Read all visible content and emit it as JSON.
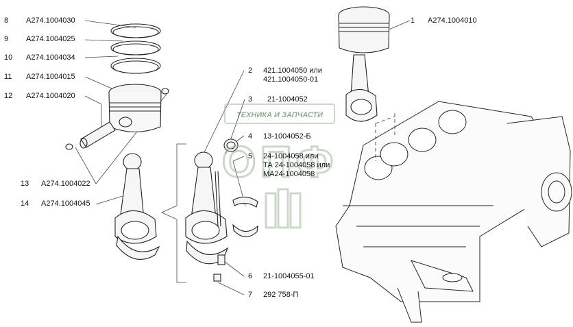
{
  "callouts": [
    {
      "num": "8",
      "part": "А274.1004030"
    },
    {
      "num": "9",
      "part": "А274.1004025"
    },
    {
      "num": "10",
      "part": "А274.1004034"
    },
    {
      "num": "11",
      "part": "А274.1004015"
    },
    {
      "num": "12",
      "part": "А274.1004020"
    },
    {
      "num": "13",
      "part": "А274.1004022"
    },
    {
      "num": "14",
      "part": "А274.1004045"
    },
    {
      "num": "1",
      "part": "А274.1004010"
    },
    {
      "num": "2",
      "part": "421.1004050 или",
      "part2": "421.1004050-01"
    },
    {
      "num": "3",
      "part": "21-1004052"
    },
    {
      "num": "4",
      "part": "13-1004052-Б"
    },
    {
      "num": "5",
      "part": "24-1004058 или",
      "part2": "ТА 24-1004058 или",
      "part3": "МА24-1004058"
    },
    {
      "num": "6",
      "part": "21-1004055-01"
    },
    {
      "num": "7",
      "part": "292 758-П"
    }
  ],
  "watermark": {
    "text": "ТЕХНИКА И ЗАПЧАСТИ",
    "brand": "ОПФ"
  },
  "colors": {
    "line": "#333333",
    "watermark": "#9fb9a0",
    "watermark_text": "#2f6f3a"
  }
}
